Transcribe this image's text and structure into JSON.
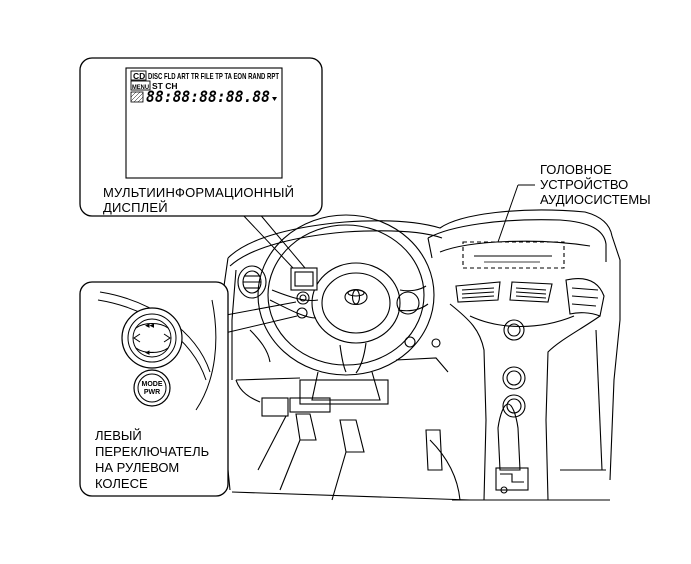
{
  "callouts": {
    "multi_display": {
      "line1": "МУЛЬТИИНФОРМАЦИОННЫЙ",
      "line2": "ДИСПЛЕЙ"
    },
    "audio_head_unit": {
      "line1": "ГОЛОВНОЕ",
      "line2": "УСТРОЙСТВО",
      "line3": "АУДИОСИСТЕМЫ"
    },
    "steering_switch": {
      "line1": "ЛЕВЫЙ",
      "line2": "ПЕРЕКЛЮЧАТЕЛЬ",
      "line3": "НА РУЛЕВОМ",
      "line4": "КОЛЕСЕ"
    }
  },
  "lcd": {
    "row1": "DISC FLD ART TR FILE TP TA  EON  RAND  RPT",
    "row1_badge": "CD",
    "row2": "ST CH",
    "row2_badge": "MENU",
    "row3": "88:88:88:88.88"
  },
  "switch": {
    "mode_line1": "MODE",
    "mode_line2": "PWR"
  }
}
